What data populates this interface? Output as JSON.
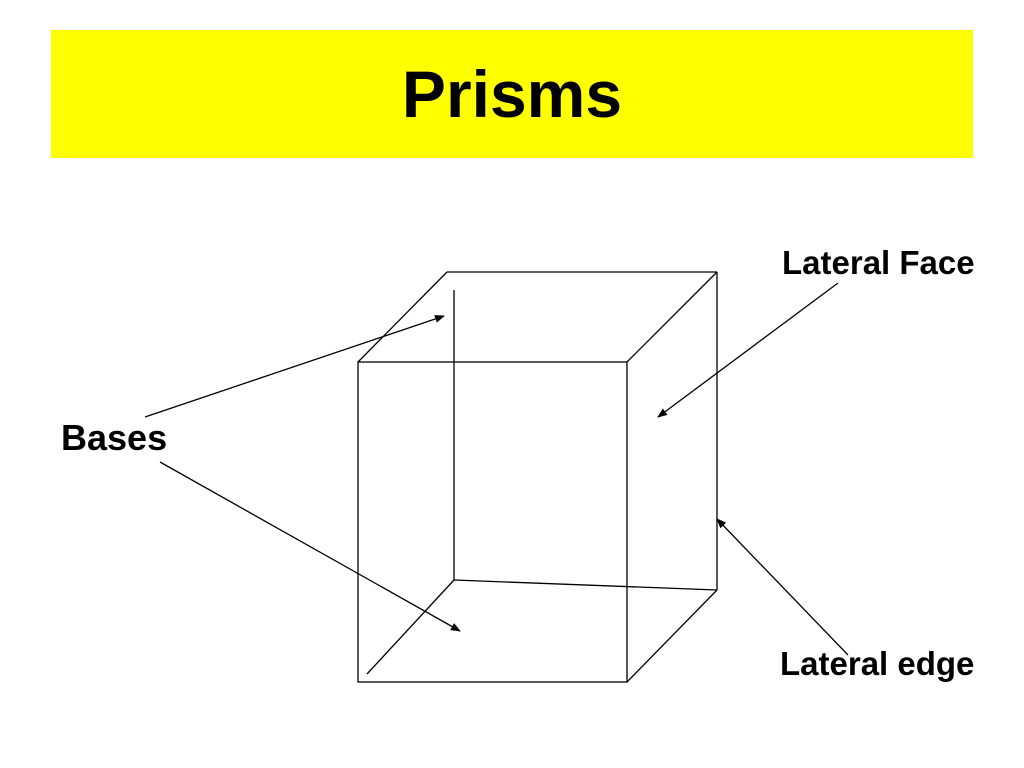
{
  "slide": {
    "title": "Prisms",
    "banner_color": "#ffff00"
  },
  "labels": {
    "bases": "Bases",
    "lateral_face": "Lateral Face",
    "lateral_edge": "Lateral edge"
  },
  "colors": {
    "text": "#000000",
    "lines": "#000000",
    "background": "#ffffff"
  }
}
